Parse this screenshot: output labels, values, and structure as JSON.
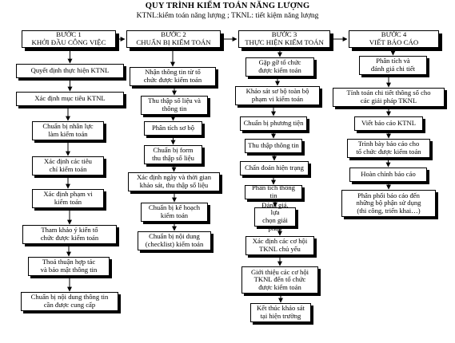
{
  "title": "QUY TRÌNH KIỂM TOÁN NĂNG LƯỢNG",
  "subtitle": "KTNL:kiểm toán năng lượng ; TKNL: tiết kiệm năng lượng",
  "columns": [
    {
      "header": "BƯỚC 1\nKHỞI ĐẦU CÔNG VIỆC",
      "steps": [
        "Quyết định thực hiện KTNL",
        "Xác định mục tiêu KTNL",
        "Chuẩn bị nhân lực\nlàm kiểm toán",
        "Xác định các tiêu\nchí kiểm toán",
        "Xác định phạm vi\nkiểm toán",
        "Tham khảo ý kiến tổ\nchức được kiểm toán",
        "Thoả thuận hợp tác\nvà bảo mật thông tin",
        "Chuẩn bị nội dung thông tin\ncần được cung cấp"
      ]
    },
    {
      "header": "BƯỚC 2\nCHUẨN BỊ KIỂM TOÁN",
      "steps": [
        "Nhận thông tin từ tổ\nchức được kiểm toán",
        "Thu thập số liệu và\nthông tin",
        "Phân tích sơ bộ",
        "Chuẩn bị form\nthu thập số liệu",
        "Xác định ngày và thời gian\nkhảo sát, thu thập số liệu",
        "Chuẩn bị kế hoạch\nkiểm toán",
        "Chuẩn bị nội dung\n(checklist) kiểm toán"
      ]
    },
    {
      "header": "BƯỚC 3\nTHỰC HIỆN KIỂM TOÁN",
      "steps": [
        "Gặp gỡ tổ chức\nđược kiểm toán",
        "Khảo sát sơ bộ toàn bộ\nphạm vi kiểm toán",
        "Chuẩn bị phương tiện",
        "Thu thập thông tin",
        "Chẩn đoán hiện trạng",
        "Phân tích thông tin",
        "Đánh giá, lựa\nchọn giải pháp",
        "Xác định các cơ hội\nTKNL chủ yếu",
        "Giới thiệu các cơ hội\nTKNL đến tổ chức\nđược kiểm toán",
        "Kết thúc khảo sát\ntại hiện trường"
      ]
    },
    {
      "header": "BƯỚC 4\nVIẾT BÁO CÁO",
      "steps": [
        "Phân tích và\nđánh giá chi tiết",
        "Tính toán chi tiết thông số cho\ncác giải pháp TKNL",
        "Viết báo cáo KTNL",
        "Trình bày báo cáo cho\ntổ chức được kiểm toán",
        "Hoàn chỉnh báo cáo",
        "Phân phối báo cáo đến\nnhững bộ phận sử dụng\n(thi công, triển khai…)"
      ]
    }
  ]
}
